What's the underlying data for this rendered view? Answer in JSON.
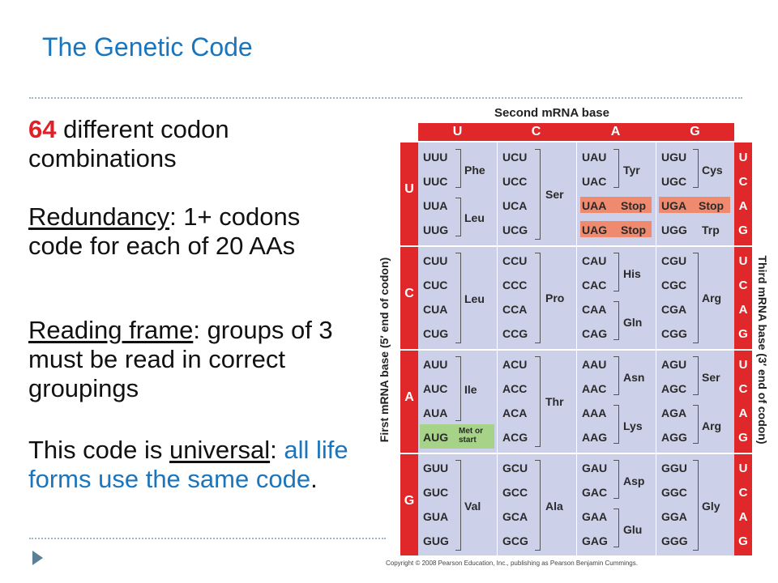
{
  "slide": {
    "title": "The Genetic Code",
    "bullets": {
      "b1_num": "64",
      "b1_text": " different codon combinations",
      "b2_term": "Redundancy",
      "b2_text": ": 1+ codons code for each of 20 AAs",
      "b3_term": "Reading frame",
      "b3_text": ": groups of 3 must be read in correct groupings",
      "b4_prefix": "This code is ",
      "b4_term": "universal",
      "b4_colon": ":",
      "b4_blue": "all life forms use the same code",
      "b4_end": "."
    }
  },
  "codon_table": {
    "title": "Second mRNA base",
    "left_axis": "First mRNA base  (5′ end of codon)",
    "right_axis": "Third mRNA base  (3′ end of codon)",
    "second_bases": [
      "U",
      "C",
      "A",
      "G"
    ],
    "first_bases": [
      "U",
      "C",
      "A",
      "G"
    ],
    "third_bases": [
      "U",
      "C",
      "A",
      "G",
      "U",
      "C",
      "A",
      "G",
      "U",
      "C",
      "A",
      "G",
      "U",
      "C",
      "A",
      "G"
    ],
    "codons": [
      [
        "UUU",
        "UUC",
        "UUA",
        "UUG",
        "CUU",
        "CUC",
        "CUA",
        "CUG",
        "AUU",
        "AUC",
        "AUA",
        "AUG",
        "GUU",
        "GUC",
        "GUA",
        "GUG"
      ],
      [
        "UCU",
        "UCC",
        "UCA",
        "UCG",
        "CCU",
        "CCC",
        "CCA",
        "CCG",
        "ACU",
        "ACC",
        "ACA",
        "ACG",
        "GCU",
        "GCC",
        "GCA",
        "GCG"
      ],
      [
        "UAU",
        "UAC",
        "UAA",
        "UAG",
        "CAU",
        "CAC",
        "CAA",
        "CAG",
        "AAU",
        "AAC",
        "AAA",
        "AAG",
        "GAU",
        "GAC",
        "GAA",
        "GAG"
      ],
      [
        "UGU",
        "UGC",
        "UGA",
        "UGG",
        "CGU",
        "CGC",
        "CGA",
        "CGG",
        "AGU",
        "AGC",
        "AGA",
        "AGG",
        "GGU",
        "GGC",
        "GGA",
        "GGG"
      ]
    ],
    "amino_acids": {
      "phe": "Phe",
      "leu1": "Leu",
      "leu2": "Leu",
      "ile": "Ile",
      "val": "Val",
      "ser1": "Ser",
      "pro": "Pro",
      "thr": "Thr",
      "ala": "Ala",
      "tyr": "Tyr",
      "his": "His",
      "gln": "Gln",
      "asn": "Asn",
      "lys": "Lys",
      "asp": "Asp",
      "glu": "Glu",
      "cys": "Cys",
      "trp": "Trp",
      "arg1": "Arg",
      "ser2": "Ser",
      "arg2": "Arg",
      "gly": "Gly",
      "stop": "Stop",
      "met": "Met or start"
    },
    "copyright": "Copyright © 2008 Pearson Education, Inc., publishing as Pearson Benjamin Cummings.",
    "colors": {
      "red": "#e0282a",
      "cell": "#ccd0e8",
      "stop": "#ef8a6e",
      "start": "#a6d388"
    }
  }
}
